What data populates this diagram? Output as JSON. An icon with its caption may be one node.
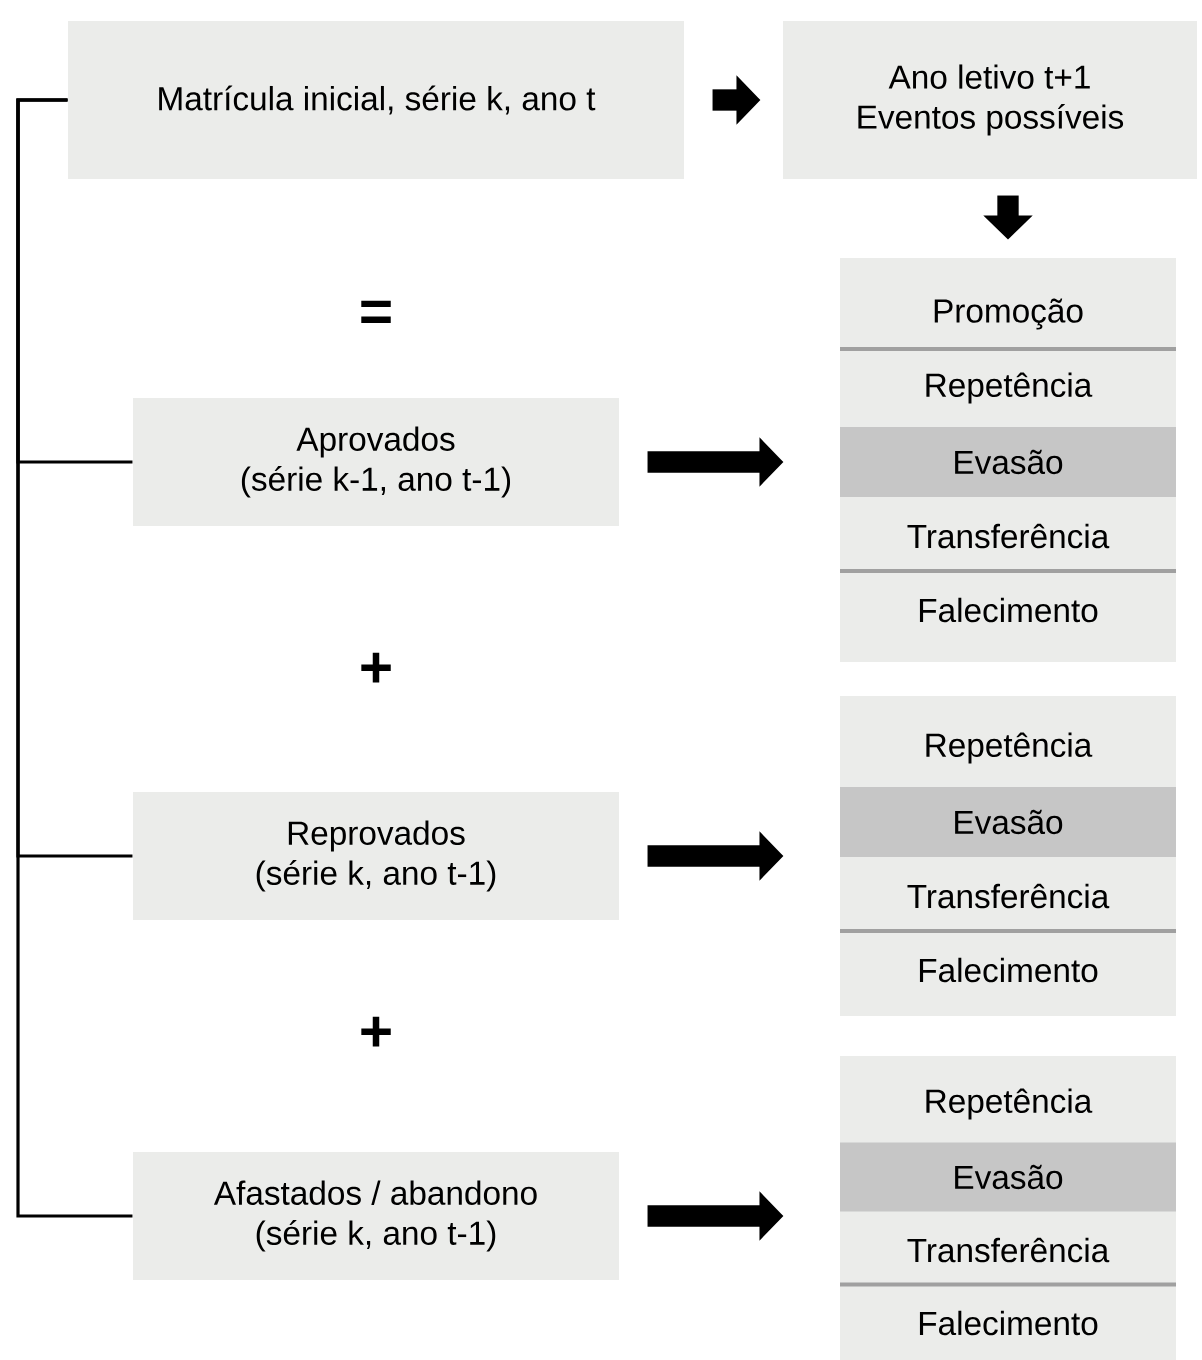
{
  "diagram": {
    "nodes": [
      {
        "text": [
          "Matrícula inicial, série k, ano t"
        ]
      },
      {
        "text": [
          "Ano letivo t+1",
          "Eventos possíveis"
        ]
      },
      {
        "text": [
          "Aprovados",
          "(série k-1, ano t-1)"
        ]
      },
      {
        "text": [],
        "shape": "box"
      },
      {
        "text": [
          "Promoção"
        ],
        "in": 3
      },
      {
        "text": [
          "Repetência"
        ],
        "in": 3
      },
      {
        "text": [
          "Evasão"
        ],
        "in": 3
      },
      {
        "text": [
          "Transferência"
        ],
        "in": 3
      },
      {
        "text": [
          "Falecimento"
        ],
        "in": 3
      },
      {
        "text": [
          "Reprovados",
          "(série k, ano t-1)"
        ]
      },
      {
        "text": [],
        "shape": "box"
      },
      {
        "text": [
          "Repetência"
        ],
        "in": 10
      },
      {
        "text": [
          "Evasão"
        ],
        "in": 10
      },
      {
        "text": [
          "Transferência"
        ],
        "in": 10
      },
      {
        "text": [
          "Falecimento"
        ],
        "in": 10
      },
      {
        "text": [
          "Afastados / abandono",
          "(série k, ano t-1)"
        ]
      },
      {
        "text": [],
        "shape": "box"
      },
      {
        "text": [
          "Repetência"
        ],
        "in": 16
      },
      {
        "text": [
          "Evasão"
        ],
        "in": 16
      },
      {
        "text": [
          "Transferência"
        ],
        "in": 16
      },
      {
        "text": [
          "Falecimento"
        ],
        "in": 16
      }
    ],
    "edges": [
      {
        "from": 0,
        "to": 1,
        "arrow": "to"
      },
      {
        "from": 1,
        "to": 3,
        "arrow": "to"
      },
      {
        "from": 2,
        "to": 3,
        "arrow": "to"
      },
      {
        "from": 9,
        "to": 10,
        "arrow": "to"
      },
      {
        "from": 15,
        "to": 16,
        "arrow": "to"
      },
      {
        "from": 0,
        "to": 2,
        "arrow": "none"
      },
      {
        "from": 0,
        "to": 9,
        "arrow": "none"
      },
      {
        "from": 0,
        "to": 15,
        "arrow": "none"
      }
    ],
    "labels": [
      "=",
      "+",
      "+"
    ]
  }
}
